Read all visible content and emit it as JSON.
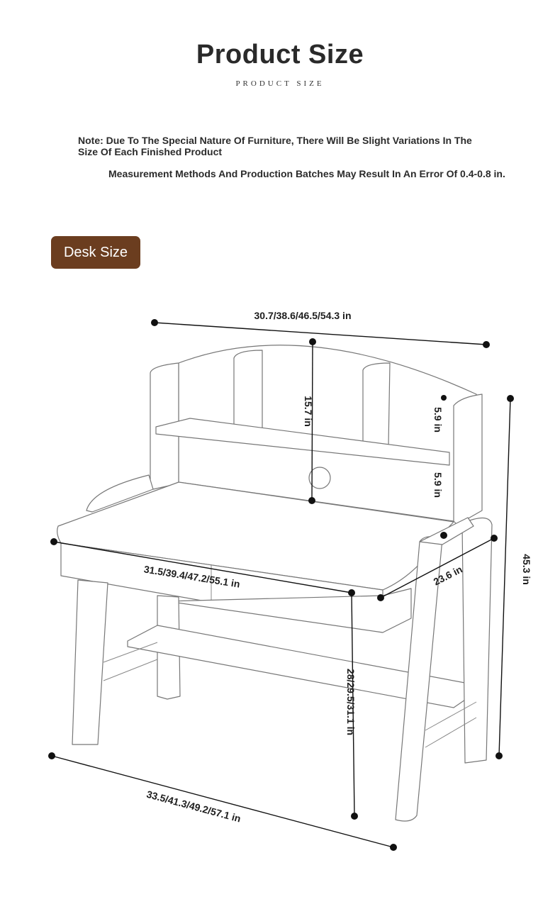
{
  "header": {
    "title": "Product Size",
    "subtitle": "PRODUCT SIZE"
  },
  "note": {
    "line1": "Note: Due To The Special Nature Of Furniture, There Will Be Slight Variations In The Size Of Each Finished Product",
    "line2": "Measurement Methods And Production Batches May Result In An Error Of 0.4-0.8 in."
  },
  "section": {
    "label": "Desk Size"
  },
  "dimensions": {
    "top_width": "30.7/38.6/46.5/54.3 in",
    "hutch_height": "15.7 in",
    "shelf_upper": "5.9 in",
    "shelf_lower": "5.9 in",
    "desktop_width": "31.5/39.4/47.2/55.1 in",
    "depth": "23.6 in",
    "total_height": "45.3 in",
    "desk_height": "28/29.5/31.1 in",
    "base_width": "33.5/41.3/49.2/57.1 in"
  },
  "colors": {
    "badge": "#6b3d1f",
    "text": "#2a2a2a"
  }
}
